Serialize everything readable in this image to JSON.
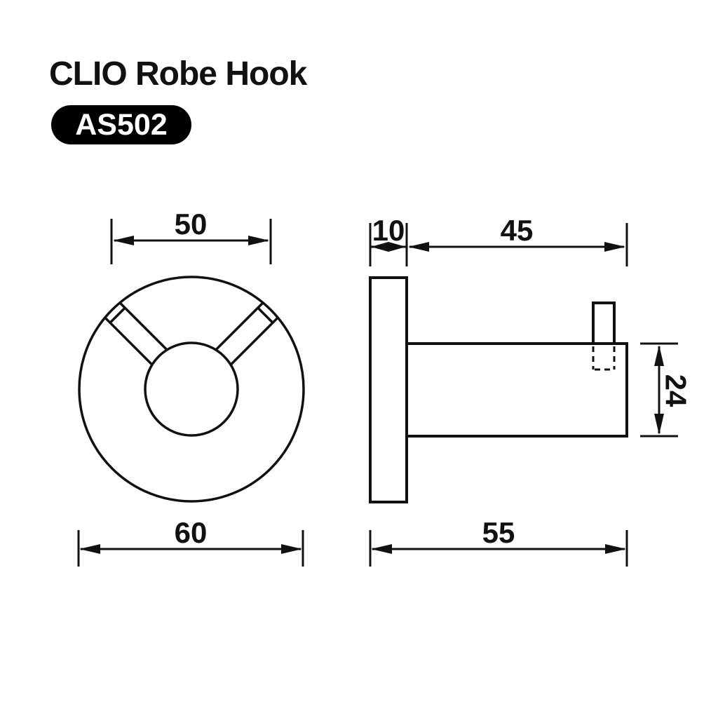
{
  "header": {
    "title": "CLIO Robe Hook",
    "model_code": "AS502"
  },
  "colors": {
    "background": "#ffffff",
    "line": "#111111",
    "badge_bg": "#000000",
    "badge_text": "#ffffff"
  },
  "front_view": {
    "dims": {
      "arm_span_top": "50",
      "flange_diameter_bottom": "60"
    }
  },
  "side_view": {
    "dims": {
      "plate_thickness": "10",
      "projection": "45",
      "body_diameter": "24",
      "overall_depth": "55"
    }
  }
}
